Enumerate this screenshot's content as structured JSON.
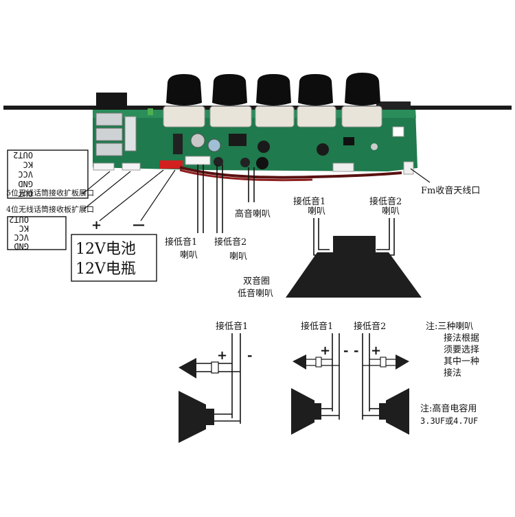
{
  "board_labels": {
    "pins_upper": [
      "OUT",
      "GND",
      "VCC",
      "KC",
      "OUT2"
    ],
    "pins_lower": [
      "GND",
      "VCC",
      "KC",
      "OUT2"
    ],
    "port5": "5位无线话筒接收扩板展口",
    "port4": "4位无线话筒接收板扩展口",
    "plus": "+",
    "minus": "—",
    "battery_line1": "12V电池",
    "battery_line2": "12V电瓶",
    "fm_antenna": "Fm收音天线口",
    "tweeter": "高音喇叭",
    "woofer1_line1": "接低音1",
    "woofer1_line2": "喇叭",
    "woofer2_line1": "接低音2",
    "woofer2_line2": "喇叭"
  },
  "dual_coil": {
    "left_top": "接低音1",
    "left_bottom": "喇叭",
    "right_top": "接低音2",
    "right_bottom": "喇叭",
    "caption_line1": "双音圈",
    "caption_line2": "低音喇叭"
  },
  "wiring": {
    "a_title": "接低音1",
    "b_title1": "接低音1",
    "b_title2": "接低音2",
    "plus": "+",
    "minus": "-"
  },
  "notes": {
    "note1": [
      "注:三种喇叭",
      "接法根据",
      "须要选择",
      "其中一种",
      "接法"
    ],
    "note2_line1": "注:高音电容用",
    "note2_line2": "3.3UF或4.7UF"
  },
  "colors": {
    "pcb": "#1f7a4d",
    "knob": "#0d0d0d",
    "wire_red": "#d21f1f",
    "panel": "#1a1a1a"
  }
}
